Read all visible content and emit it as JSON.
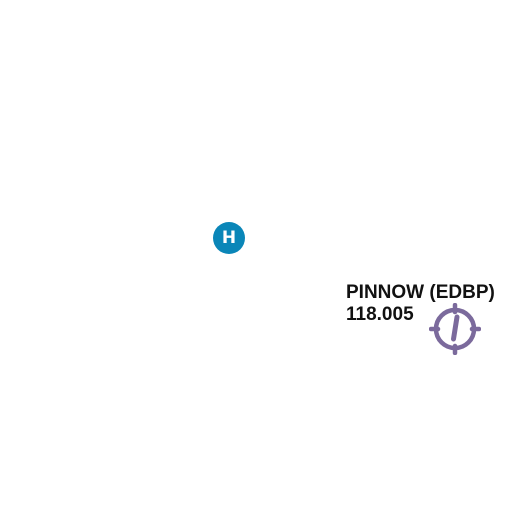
{
  "map": {
    "heliport": {
      "letter": "H",
      "icon": "heliport-icon",
      "color": "#0a86b8"
    },
    "airfield": {
      "name": "PINNOW (EDBP)",
      "frequency": "118.005",
      "icon": "airfield-icon",
      "color": "#7b6a9c"
    }
  }
}
